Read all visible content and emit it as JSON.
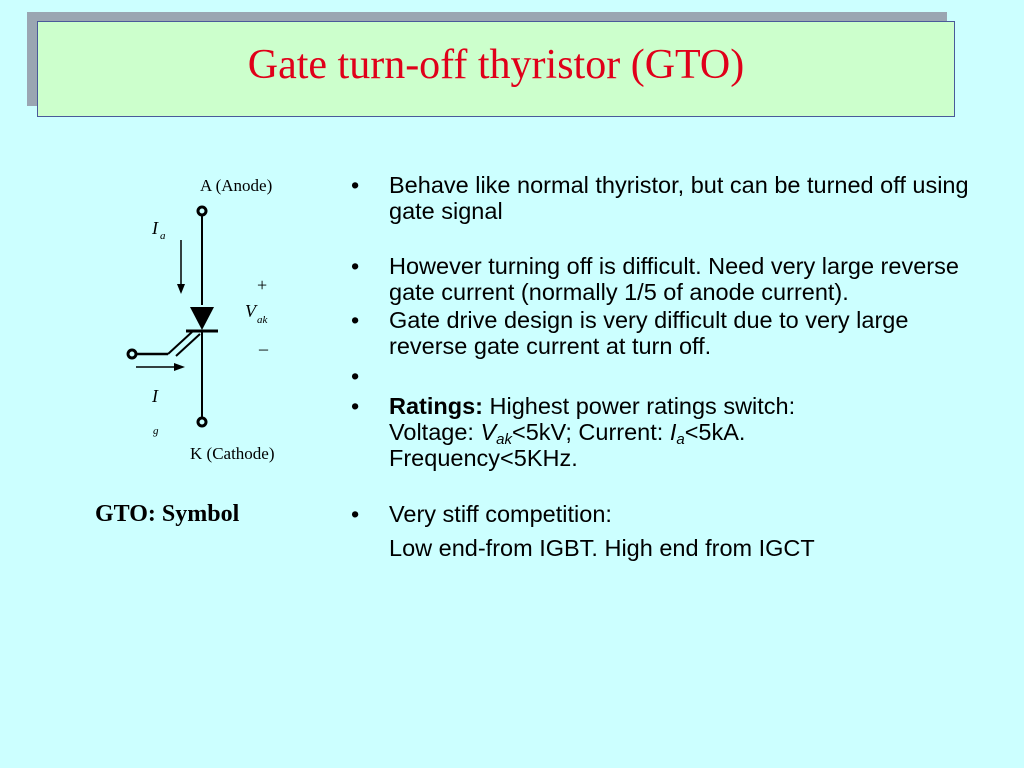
{
  "slide": {
    "title": "Gate turn-off thyristor (GTO)",
    "caption": "GTO: Symbol"
  },
  "symbol": {
    "anode_label": "A (Anode)",
    "cathode_label": "K (Cathode)",
    "anode_current_base": "I",
    "anode_current_sub": "a",
    "gate_current_base": "I",
    "gate_current_sub": "g",
    "voltage_base": "V",
    "voltage_sub": "ak",
    "plus": "+",
    "minus": "_"
  },
  "bullets": {
    "marker": "•",
    "item1": "Behave like normal thyristor, but can be turned off using gate signal",
    "item2": "However turning off is difficult. Need very large reverse gate current (normally 1/5 of anode current).",
    "item3": "Gate drive design is very difficult due to very large reverse gate current at turn off.",
    "ratings": {
      "label": "Ratings:",
      "line1": " Highest power ratings switch:",
      "voltage_prefix": "Voltage: ",
      "voltage_sym": "V",
      "voltage_sub": "ak",
      "voltage_value": "<5kV; Current: ",
      "current_sym": "I",
      "current_sub": "a",
      "current_value": "<5kA.",
      "frequency": "Frequency<5KHz."
    },
    "item6": "Very stiff competition:",
    "item6_sub": "Low end-from IGBT. High end from IGCT"
  },
  "colors": {
    "background": "#ccffff",
    "title_box": "#ccffcc",
    "title_text": "#e0001a"
  }
}
